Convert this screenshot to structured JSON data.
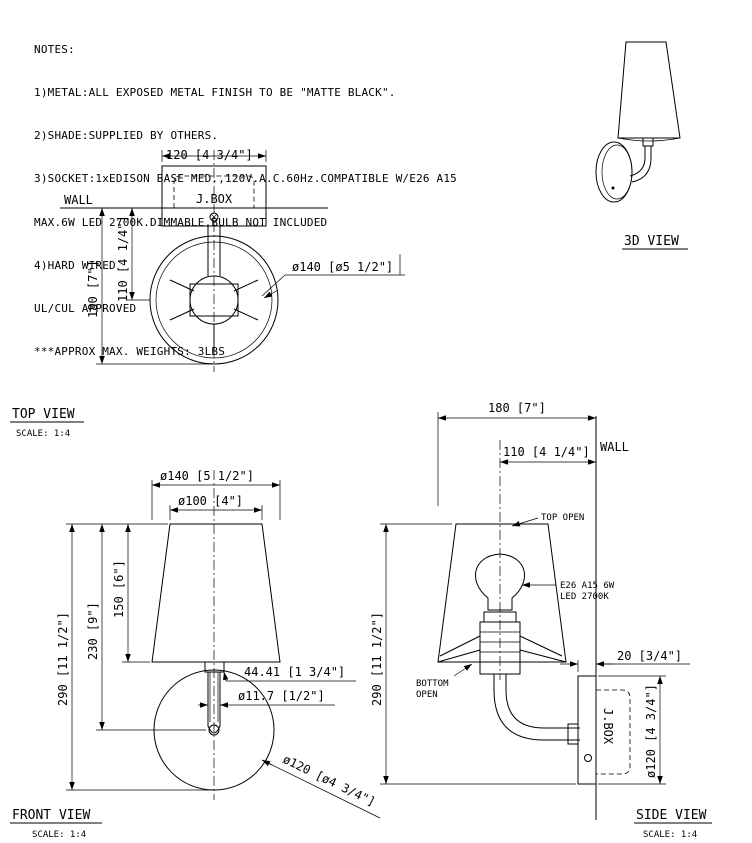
{
  "notes": {
    "heading": "NOTES:",
    "lines": [
      "1)METAL:ALL EXPOSED METAL FINISH TO BE \"MATTE BLACK\".",
      "2)SHADE:SUPPLIED BY OTHERS.",
      "3)SOCKET:1xEDISON BASE MED.,120V.A.C.60Hz.COMPATIBLE W/E26 A15",
      "MAX.6W LED 2700K.DIMMABLE.BULB NOT INCLUDED",
      "4)HARD WIRED",
      "UL/CUL APPROVED",
      "***APPROX MAX. WEIGHTS: 3LBS"
    ]
  },
  "top_view": {
    "title": "TOP VIEW",
    "scale": "SCALE: 1:4",
    "wall_label": "WALL",
    "jbox_label": "J.BOX",
    "dim_width": "120 [4 3/4\"]",
    "dim_projection": "180 [7\"]",
    "dim_center": "110 [4 1/4\"]",
    "dim_shade_dia": "ø140 [ø5 1/2\"]"
  },
  "front_view": {
    "title": "FRONT VIEW",
    "scale": "SCALE: 1:4",
    "dim_top_dia": "ø140 [5 1/2\"]",
    "dim_bottom_dia": "ø100 [4\"]",
    "dim_height": "290 [11 1/2\"]",
    "dim_center": "230 [9\"]",
    "dim_shade_h": "150 [6\"]",
    "dim_arm": "44.41 [1 3/4\"]",
    "dim_tube": "ø11.7 [1/2\"]",
    "dim_plate": "ø120 [ø4 3/4\"]"
  },
  "side_view": {
    "title": "SIDE VIEW",
    "scale": "SCALE: 1:4",
    "wall_label": "WALL",
    "jbox_label": "J.BOX",
    "dim_projection": "180 [7\"]",
    "dim_center": "110 [4 1/4\"]",
    "top_open": "TOP OPEN",
    "bottom_open_1": "BOTTOM",
    "bottom_open_2": "OPEN",
    "bulb_1": "E26 A15 6W",
    "bulb_2": "LED 2700K",
    "dim_plate_depth": "20 [3/4\"]",
    "dim_height": "290 [11 1/2\"]",
    "dim_plate": "ø120 [4 3/4\"]"
  },
  "view_3d": {
    "title": "3D VIEW"
  }
}
